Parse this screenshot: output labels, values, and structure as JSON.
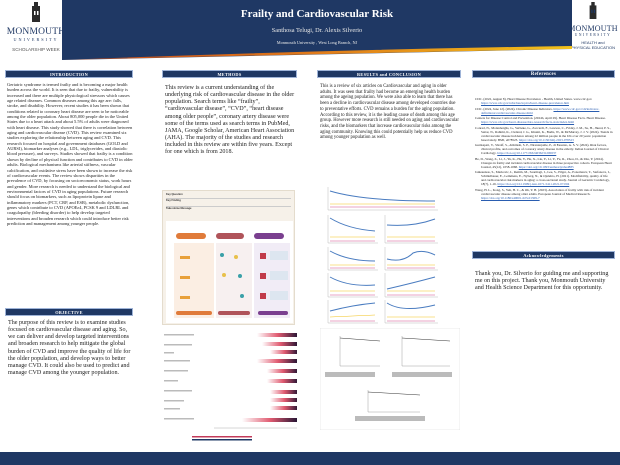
{
  "header": {
    "title": "Frailty and Cardiovascular Risk",
    "authors": "Santhosa Telugi, Dr. Alexis Silverio",
    "affiliation": "Monmouth University , West Long Branch, NJ"
  },
  "logo_left": {
    "name": "MONMOUTH",
    "sub": "UNIVERSITY",
    "tag": "SCHOLARSHIP WEEK"
  },
  "logo_right": {
    "name": "MONMOUTH",
    "sub": "UNIVERSITY",
    "tag1": "HEALTH and",
    "tag2": "PHYSICAL EDUCATION"
  },
  "introduction": {
    "heading": "INTRODUCTION",
    "body": "Geriatric syndrome is termed frailty and is becoming a major health burden across the world. It is seen that due to frailty, vulnerability is increased and there are multiple physiological stressors which causes age related diseases. Common diseases among this age are: falls, stroke, and disability. However, recent studies it has been shown that conditions related to coronary heart disease are seen to be noticeable among the older population. About 805,000 people die in the United States due to a heart attack and about 5.5% of adults were diagnosed with heart disease. This study showed that there is correlation between aging and cardiovascular disease (CVD). This review examined six studies exploring the relationship between aging and CVD. This research focused on hospital and government databases (GOLD and AURSI), biomarker analyses (e.g., LDL, triglycerides, and diastolic blood pressure), and surveys. Studies showed that frailty is a condition shown by decline of physical function and contributes to CVD in older adults. Biological mechanisms like arterial stiffness, vascular calcification, and oxidative stress have been shown to increase the risk of cardiovascular events. The review shows disparities in the prevalence of CVD, by focusing on socioeconomic status, work hours and gender. More research is needed to understand the biological and environmental factors of CVD in aging populations. Future research should focus on biomarkers, such as lipoprotein lipase and inflammatory markers (PCT, CRP, and ESR), metabolic dysfunction, genes which contribute to CVD (APOEε4, PCSK 9 and LDLRL and coagulopathy (bleeding disorder) to help develop targeted interventions and broaden research which could introduce better risk prediction and management among younger people."
  },
  "objective": {
    "heading": "OBJECTIVE",
    "body": "The purpose of this review is to examine studies focused on cardiovascular disease and aging. So, we can deliver and develop targeted interventions and broaden research to help mitigate the global burden of CVD and improve the quality of life for the older population, and develop ways to better manage CVD. It could also be used to predict and manage CVD among the younger population."
  },
  "methods": {
    "heading": "METHODS",
    "body": "This review is a current understanding of the underlying risk of cardiovascular disease in the older population. Search terms like “frailty”, “cardiovascular disease”, “CVD”, “heart disease among older people”, coronary artery disease were some of the terms used as search terms in PubMed, JAMA, Google Scholar, American Heart Association (AHA). The majority of the studies and research included in this review are within five years. Except for one which is from 2018.",
    "fig_q": "Key Question",
    "fig_f": "Key Finding",
    "fig_m": "Take-Home Message"
  },
  "results": {
    "heading": "RESULTS and CONCLUSION",
    "body": "This is a review of six articles on Cardiovascular and aging in older adults. It was seen that frailty had become an emerging health burden among the ageing population. We were also able to learn that there has been a decline in cardiovascular disease among developed countries due to preventative efforts. CVD remains a burden for the aging population. According to this review, it is the leading cause of death among this age group. However more research is still needed on aging and cardiovascular risks, and the biomarkers that increase cardiovascular risks among the aging community. Knowing this could potentially help us reduce CVD among younger population as well."
  },
  "references": {
    "heading": "References",
    "items": [
      {
        "text": "CDC. (2022, August 8). Heart Disease Prevalence - Health, United States. www.cdc.gov. ",
        "link": "https://www.cdc.gov/nchs/hus/topics/heart-disease-prevalence.htm"
      },
      {
        "text": "CDC. (2024, June 12). (2024). Chronic Disease Indicators. ",
        "link": "https://www.cdc.gov/cdi/indicator-definitions/cardiovascular-disease.html"
      },
      {
        "text": "Centers for Disease Control and Prevention. (2024b, April 29). Heart Disease Facts. Heart Disease. ",
        "link": "https://www.cdc.gov/heart-disease/data-research/facts-stats/index.html"
      },
      {
        "text": "Conrad, N., Molenberghs, G., Verbeke, G., Zaccardi, F., Lawson, C., Friday, J. M., Su, H., Jhund, P. S., Sattar, N., Rahimi, K., Cleland, J. G., Khunti, K., Budts, W., & McMurray, J. J. V. (2024). Trends in cardiovascular disease incidence among 22 million people in the UK over 20 years: population based study. BMJ, e078523. ",
        "link": "https://doi.org/10.1136/bmj-2023-078523"
      },
      {
        "text": "Gurikapati, V., Shroff, S., Abhilash, S. P., Nirantarpalle, P., di Eusanio, A. S. V. (2024). Risk factors, clinical profile, and outcomes of coronary artery disease in the elderly. Indian Journal of Clinical Cardiology. ",
        "link": "https://doi.org/10.1177/26324636231200637"
      },
      {
        "text": "He, D., Wang, Z., Li, J., Yu, K., He, Y., He, X., Liu, Y., Li, Y., Fu, R., Zhou, D., & Zhu, Y. (2024). Changes in frailty and incident cardiovascular disease in three prospective cohorts. European Heart Journal, 45(12), 1058-1068. ",
        "link": "https://doi.org/10.1093/eurheartj/ehad885"
      },
      {
        "text": "Jankauskas, S., Markovic, I., Remm, M., Saarmagi, I., Lee, S., Pilger, A., Ponomarev, T., Stefanova, I., Schmidbauer, E., Lemmens, E., Nyberg, N., & Ojalehto, H. (2021). Modifiability, quality of life and cardiovascular risk markers in aging: a cross-sectional study. Journal of Geriatric Cardiology, 18(7), 1-16. ",
        "link": "https://doi.org/10.11909/j.issn.1671-5411.2021.07.004"
      },
      {
        "text": "Wang, H. L., Kong, S., Yeh, H. C., & Oh, Y. H. (2023). Association of frailty with risk of incident cardiovascular disease among older adults. European Journal of Medical Research. ",
        "link": "https://doi.org/10.1186/s40001-023-01309-7"
      }
    ]
  },
  "acknowledgements": {
    "heading": "Acknowledgements",
    "body": "Thank  you, Dr. Silverio for guiding me and supporting me on this project. Thank you, Monmouth University and Health Science Department for this opportunity."
  },
  "colors": {
    "navy": "#1f3864",
    "orange": "#e07b1a",
    "gold": "#f2c21a"
  }
}
